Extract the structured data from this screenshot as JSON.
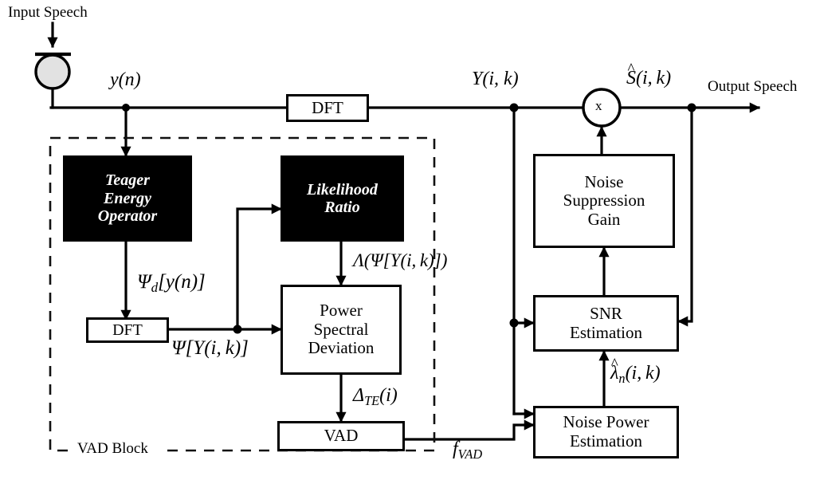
{
  "figure": {
    "type": "block-diagram",
    "title": "Speech enhancement system with Teager-energy-based VAD",
    "background": "#ffffff",
    "ink": "#000000"
  },
  "labels": {
    "input_speech": "Input Speech",
    "output_speech": "Output Speech",
    "y_n": "y(n)",
    "Y_ik": "Y(i, k)",
    "S_hat_ik": "Ŝ(i, k)",
    "psi_d_y_n": "Ψd[y(n)]",
    "psi_Y_ik": "Ψ[Y(i, k)]",
    "lambda_psi": "Λ(Ψ[Y(i, k)])",
    "delta_TE": "ΔTE(i)",
    "f_vad": "fVAD",
    "lambda_hat_n": "λ̂n(i, k)",
    "vad_block": "VAD Block",
    "multiply_symbol": "x"
  },
  "blocks": {
    "teager": {
      "label": "Teager Energy Operator",
      "lines": [
        "Teager",
        "Energy",
        "Operator"
      ],
      "style": "black"
    },
    "likelihood": {
      "label": "Likelihood Ratio",
      "lines": [
        "Likelihood",
        "Ratio"
      ],
      "style": "black"
    },
    "dft_main": {
      "label": "DFT",
      "lines": [
        "DFT"
      ],
      "style": "plain"
    },
    "dft_vad": {
      "label": "DFT",
      "lines": [
        "DFT"
      ],
      "style": "plain"
    },
    "psd": {
      "label": "Power Spectral Deviation",
      "lines": [
        "Power",
        "Spectral",
        "Deviation"
      ],
      "style": "plain"
    },
    "vad": {
      "label": "VAD",
      "lines": [
        "VAD"
      ],
      "style": "plain"
    },
    "nsg": {
      "label": "Noise Suppression Gain",
      "lines": [
        "Noise",
        "Suppression",
        "Gain"
      ],
      "style": "plain"
    },
    "snr": {
      "label": "SNR Estimation",
      "lines": [
        "SNR",
        "Estimation"
      ],
      "style": "plain"
    },
    "npe": {
      "label": "Noise Power Estimation",
      "lines": [
        "Noise Power",
        "Estimation"
      ],
      "style": "plain"
    }
  },
  "nodes": {
    "microphone": "microphone-transducer",
    "multiplier": "multiplier-node"
  }
}
